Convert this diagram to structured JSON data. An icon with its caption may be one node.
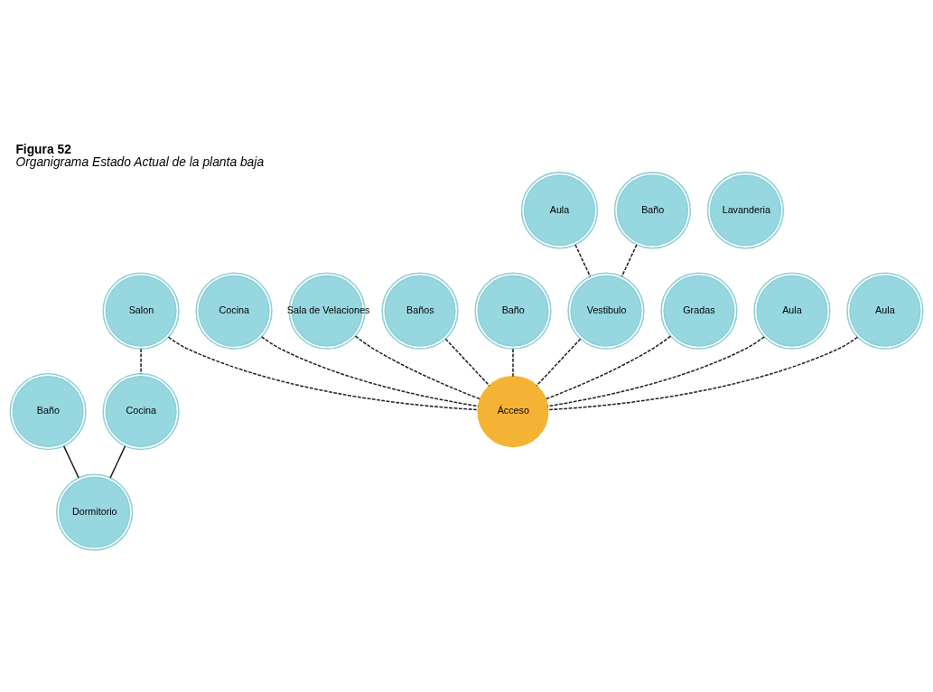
{
  "diagram": {
    "title": "Figura 52",
    "caption": "Organigrama Estado Actual de la planta baja",
    "nodes": [
      {
        "text": [
          "Baño"
        ]
      },
      {
        "text": [
          "Lavanderia"
        ]
      },
      {
        "text": [
          "Cocina"
        ]
      },
      {
        "text": [
          "Cocina"
        ]
      },
      {
        "text": [
          "Dormitorio"
        ]
      },
      {
        "text": [
          "Aula"
        ]
      },
      {
        "text": [
          "Sala de Velaciones"
        ]
      },
      {
        "text": [
          "Salon"
        ]
      },
      {
        "text": [
          "Baños"
        ]
      },
      {
        "text": [
          "Baño"
        ]
      },
      {
        "text": [
          "Baño"
        ]
      },
      {
        "text": [
          "Vestibulo"
        ]
      },
      {
        "text": [
          "Gradas"
        ]
      },
      {
        "text": [
          "Aula"
        ]
      },
      {
        "text": [
          "Aula"
        ]
      },
      {
        "text": [
          "Ácceso"
        ]
      }
    ],
    "edges": [
      {
        "from": 0,
        "to": 4,
        "arrow": "none"
      },
      {
        "from": 3,
        "to": 4,
        "arrow": "none"
      },
      {
        "from": 7,
        "to": 3,
        "arrow": "none",
        "style": "dashed"
      },
      {
        "from": 5,
        "to": 11,
        "arrow": "none",
        "style": "dashed"
      },
      {
        "from": 10,
        "to": 11,
        "arrow": "none",
        "style": "dashed"
      },
      {
        "from": 2,
        "to": 15,
        "arrow": "none",
        "style": "dashed"
      },
      {
        "from": 6,
        "to": 15,
        "arrow": "none",
        "style": "dashed"
      },
      {
        "from": 12,
        "to": 15,
        "arrow": "none",
        "style": "dashed"
      },
      {
        "from": 7,
        "to": 15,
        "arrow": "none",
        "style": "dashed"
      },
      {
        "from": 8,
        "to": 15,
        "arrow": "none",
        "style": "dashed"
      },
      {
        "from": 9,
        "to": 15,
        "arrow": "none",
        "style": "dashed"
      },
      {
        "from": 13,
        "to": 15,
        "arrow": "none",
        "style": "dashed"
      },
      {
        "from": 14,
        "to": 15,
        "arrow": "none",
        "style": "dashed"
      },
      {
        "from": 11,
        "to": 15,
        "arrow": "none",
        "style": "dashed"
      }
    ]
  }
}
